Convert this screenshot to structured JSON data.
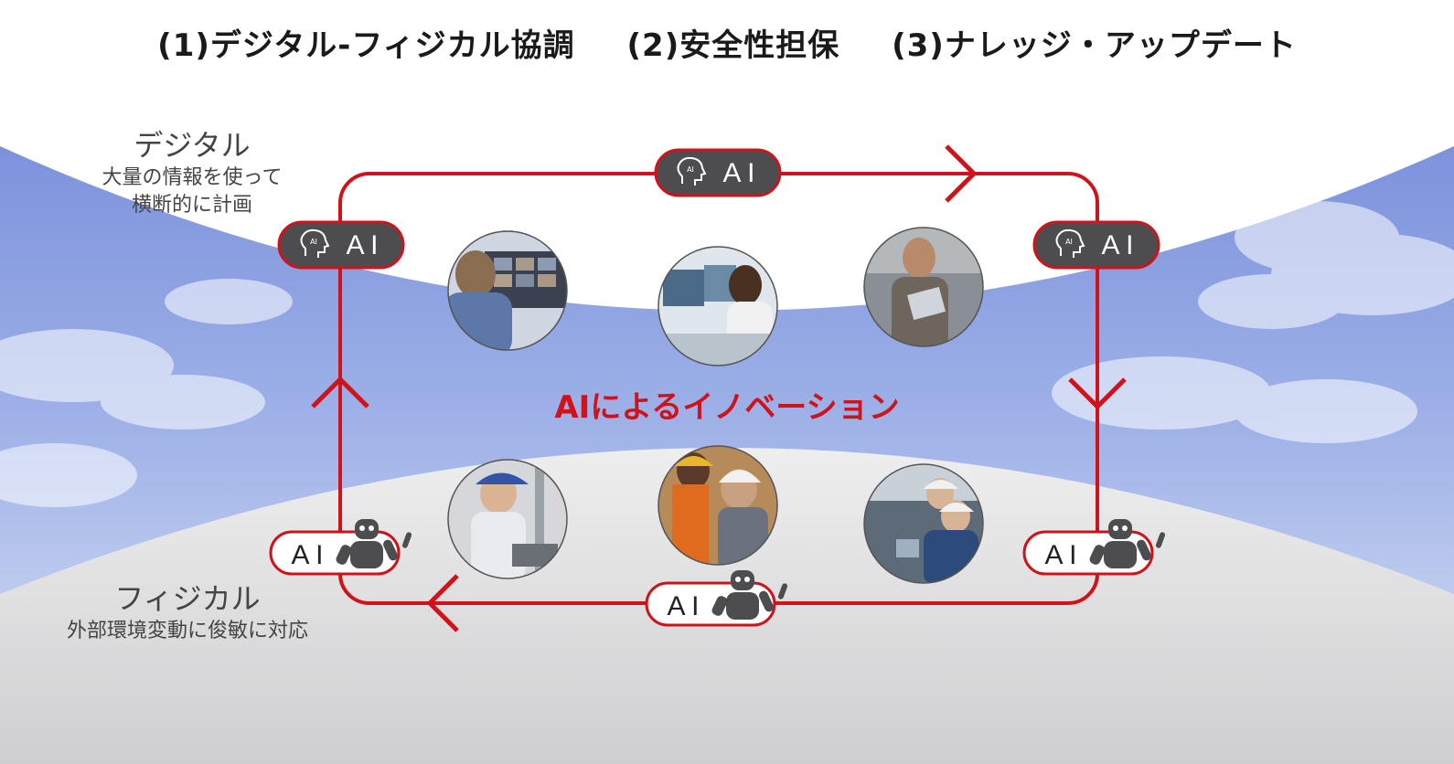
{
  "titles": [
    "(1)デジタル-フィジカル協調",
    "(2)安全性担保",
    "(3)ナレッジ・アップデート"
  ],
  "digital": {
    "heading": "デジタル",
    "desc_line1": "大量の情報を使って",
    "desc_line2": "横断的に計画"
  },
  "physical": {
    "heading": "フィジカル",
    "desc": "外部環境変動に俊敏に対応"
  },
  "center_label": "AIによるイノベーション",
  "badge_text": "A I",
  "head_icon_text": "AI",
  "colors": {
    "accent": "#d0121b",
    "badge_dark": "#4d4d4f",
    "sky_blue": "#7f96dc",
    "ground_gray": "#d4d4d6"
  }
}
